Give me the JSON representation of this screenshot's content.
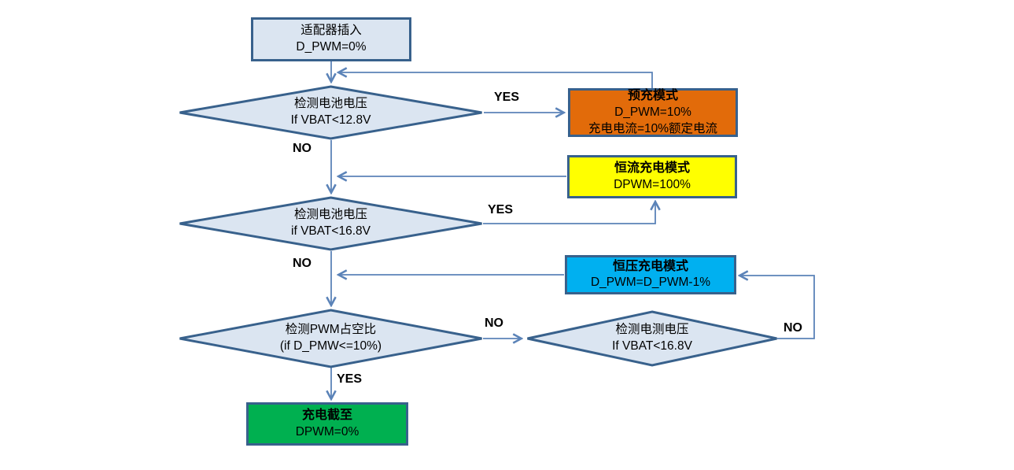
{
  "diagram": {
    "title": "battery-charging-flowchart",
    "colors": {
      "node_fill": "#dbe5f1",
      "node_border": "#38618c",
      "connector": "#5b83b8",
      "precharge_fill": "#e26b0a",
      "constant_current_fill": "#ffff00",
      "constant_voltage_fill": "#00b0f0",
      "charge_end_fill": "#00b050",
      "text": "#000000"
    },
    "nodes": {
      "start": {
        "lines": [
          "适配器插入",
          "D_PWM=0%"
        ]
      },
      "check_vbat_12v8": {
        "lines": [
          "检测电池电压",
          "If VBAT<12.8V"
        ]
      },
      "precharge": {
        "lines": [
          "预充模式",
          "D_PWM=10%",
          "充电电流=10%额定电流"
        ]
      },
      "constant_current": {
        "lines": [
          "恒流充电模式",
          "DPWM=100%"
        ]
      },
      "check_vbat_16v8": {
        "lines": [
          "检测电池电压",
          "if VBAT<16.8V"
        ]
      },
      "constant_voltage": {
        "lines": [
          "恒压充电模式",
          "D_PWM=D_PWM-1%"
        ]
      },
      "check_pwm_duty": {
        "lines": [
          "检测PWM占空比",
          "(if D_PMW<=10%)"
        ]
      },
      "check_vbat_16v8_right": {
        "lines": [
          "检测电测电压",
          "If VBAT<16.8V"
        ]
      },
      "charge_end": {
        "lines": [
          "充电截至",
          "DPWM=0%"
        ]
      }
    },
    "edge_labels": {
      "yes1": "YES",
      "no1": "NO",
      "yes2": "YES",
      "no2": "NO",
      "no3": "NO",
      "yes3": "YES",
      "no4": "NO"
    }
  }
}
